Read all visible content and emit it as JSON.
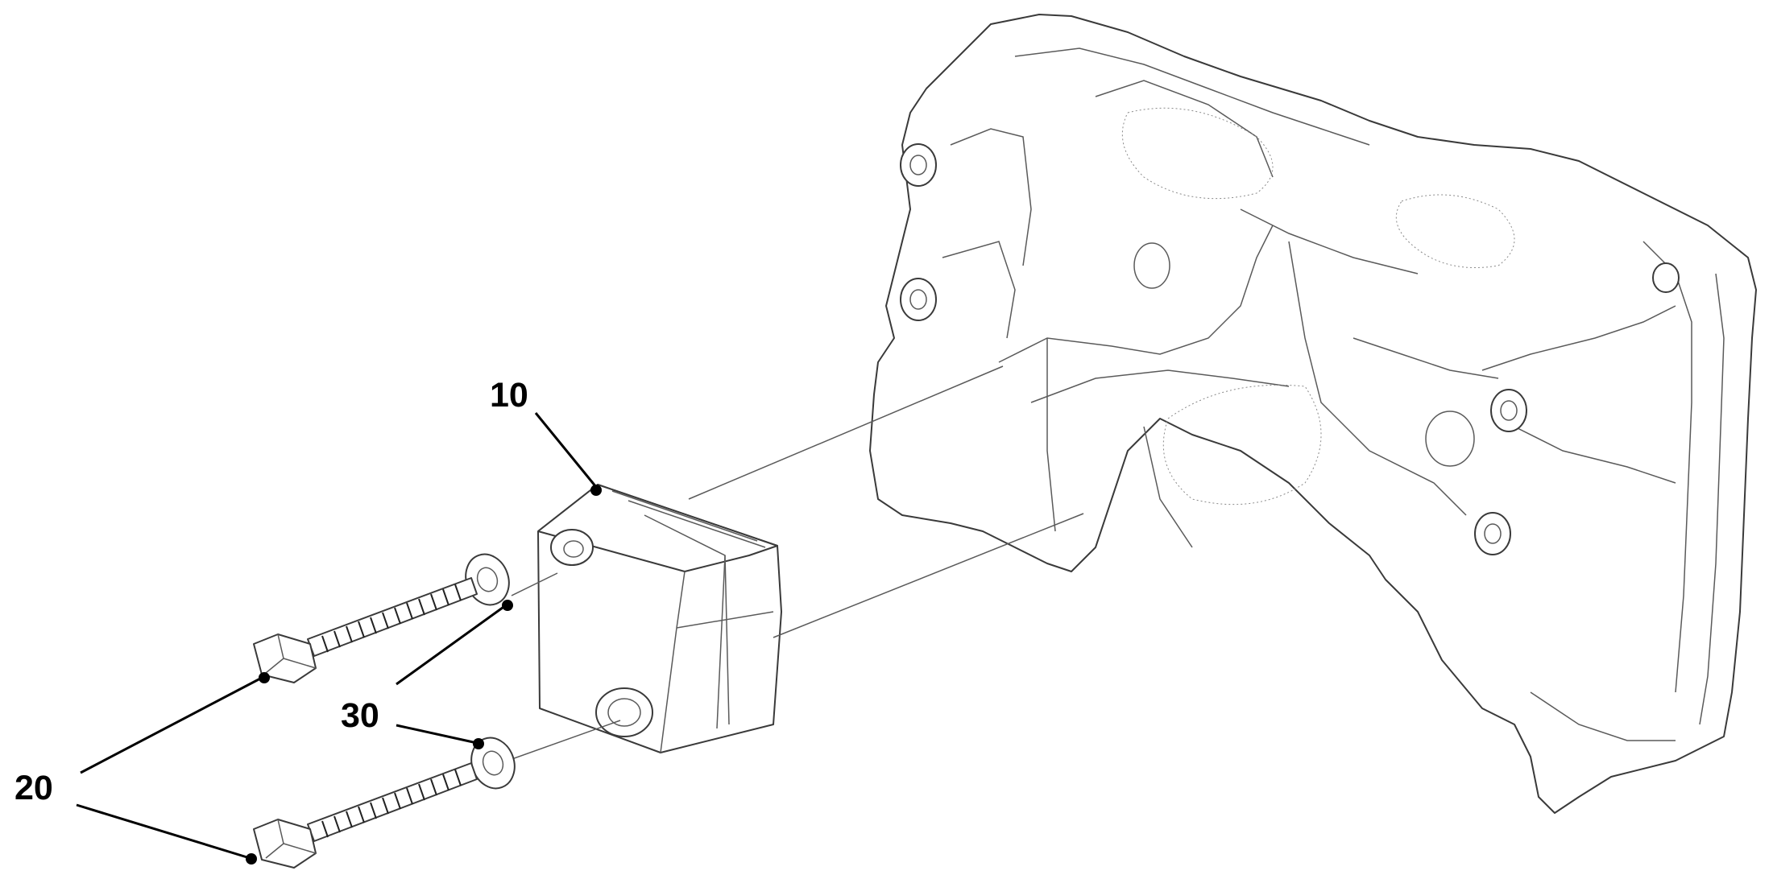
{
  "callouts": {
    "part_10": "10",
    "part_20": "20",
    "part_30": "30"
  },
  "colors": {
    "line": "#000000",
    "background": "#ffffff"
  }
}
